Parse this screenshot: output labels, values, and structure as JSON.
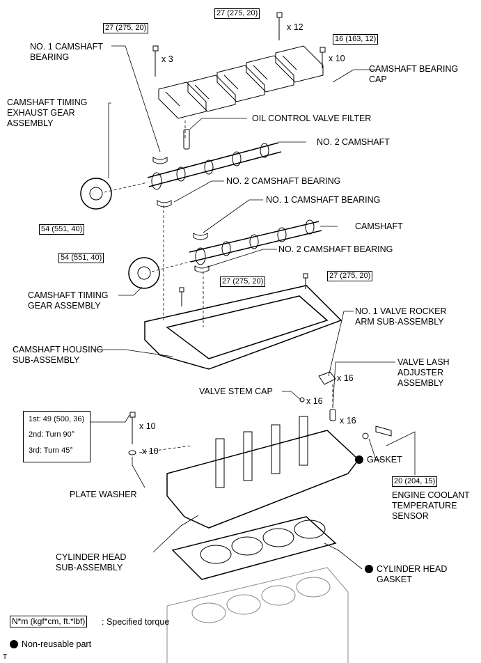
{
  "labels": {
    "no1_camshaft_bearing_top": "NO. 1 CAMSHAFT\nBEARING",
    "camshaft_timing_exhaust_gear": "CAMSHAFT TIMING\nEXHAUST GEAR\nASSEMBLY",
    "camshaft_bearing_cap": "CAMSHAFT BEARING\nCAP",
    "oil_control_valve_filter": "OIL CONTROL VALVE FILTER",
    "no2_camshaft": "NO. 2 CAMSHAFT",
    "no2_camshaft_bearing_upper": "NO. 2 CAMSHAFT BEARING",
    "no1_camshaft_bearing_mid": "NO. 1 CAMSHAFT BEARING",
    "camshaft": "CAMSHAFT",
    "no2_camshaft_bearing_lower": "NO. 2 CAMSHAFT BEARING",
    "camshaft_timing_gear": "CAMSHAFT TIMING\nGEAR ASSEMBLY",
    "no1_valve_rocker_arm": "NO. 1 VALVE ROCKER\nARM SUB-ASSEMBLY",
    "camshaft_housing": "CAMSHAFT HOUSING\nSUB-ASSEMBLY",
    "valve_lash_adjuster": "VALVE LASH\nADJUSTER\nASSEMBLY",
    "valve_stem_cap": "VALVE STEM CAP",
    "gasket": "GASKET",
    "plate_washer": "PLATE WASHER",
    "engine_coolant_temp_sensor": "ENGINE COOLANT\nTEMPERATURE\nSENSOR",
    "cylinder_head": "CYLINDER HEAD\nSUB-ASSEMBLY",
    "cylinder_head_gasket": "CYLINDER HEAD\nGASKET"
  },
  "torques": {
    "t_cap_bolt_left": "27 (275, 20)",
    "t_cap_bolt_center": "27 (275, 20)",
    "t_cap_bolt_right": "16 (163, 12)",
    "t_exhaust_gear": "54 (551, 40)",
    "t_timing_gear": "54 (551, 40)",
    "t_housing_left": "27 (275, 20)",
    "t_housing_right": "27 (275, 20)",
    "t_sensor": "20 (204, 15)"
  },
  "quantities": {
    "q_cap_left": "x 3",
    "q_cap_center": "x 12",
    "q_cap_right": "x 10",
    "q_rocker": "x 16",
    "q_stem_cap": "x 16",
    "q_lash": "x 16",
    "q_head_bolt": "x 10",
    "q_washer": "x 10"
  },
  "head_bolt_spec": {
    "step1": "1st: 49 (500, 36)",
    "step2": "2nd: Turn 90°",
    "step3": "3rd: Turn 45°"
  },
  "legend": {
    "torque_unit": "N*m (kgf*cm, ft.*lbf)",
    "torque_desc": ": Specified torque",
    "non_reusable": "Non-reusable part",
    "corner_mark": "T"
  }
}
